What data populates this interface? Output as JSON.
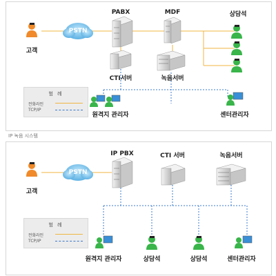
{
  "top": {
    "labels": {
      "customer": "고객",
      "pstn": "PSTN",
      "pabx": "PABX",
      "mdf": "MDF",
      "agent": "상담석",
      "cti_server": "CTI서버",
      "recording_server": "녹음서버",
      "remote_manager": "원격지 관리자",
      "center_manager": "센터관리자"
    },
    "legend": {
      "title": "범 례",
      "phone_line": "전화라인",
      "tcpip": "TCP/IP"
    }
  },
  "caption": "IP 녹음 시스템",
  "bottom": {
    "labels": {
      "customer": "고객",
      "pstn": "PSTN",
      "ip_pbx": "IP PBX",
      "cti_server": "CTI 서버",
      "recording_server": "녹음서버",
      "remote_manager": "원격지 관리자",
      "agent_1": "상담석",
      "agent_2": "상담석",
      "center_manager": "센터관리자"
    },
    "legend": {
      "title": "범 례",
      "phone_line": "전화라인",
      "tcpip": "TCP/IP"
    }
  },
  "colors": {
    "phone_line": "#f0b640",
    "tcpip": "#3a78c8",
    "cloud": "#7fc4ec",
    "person_orange": "#f08a2a",
    "person_green": "#39b54a",
    "server": "#dedede"
  }
}
